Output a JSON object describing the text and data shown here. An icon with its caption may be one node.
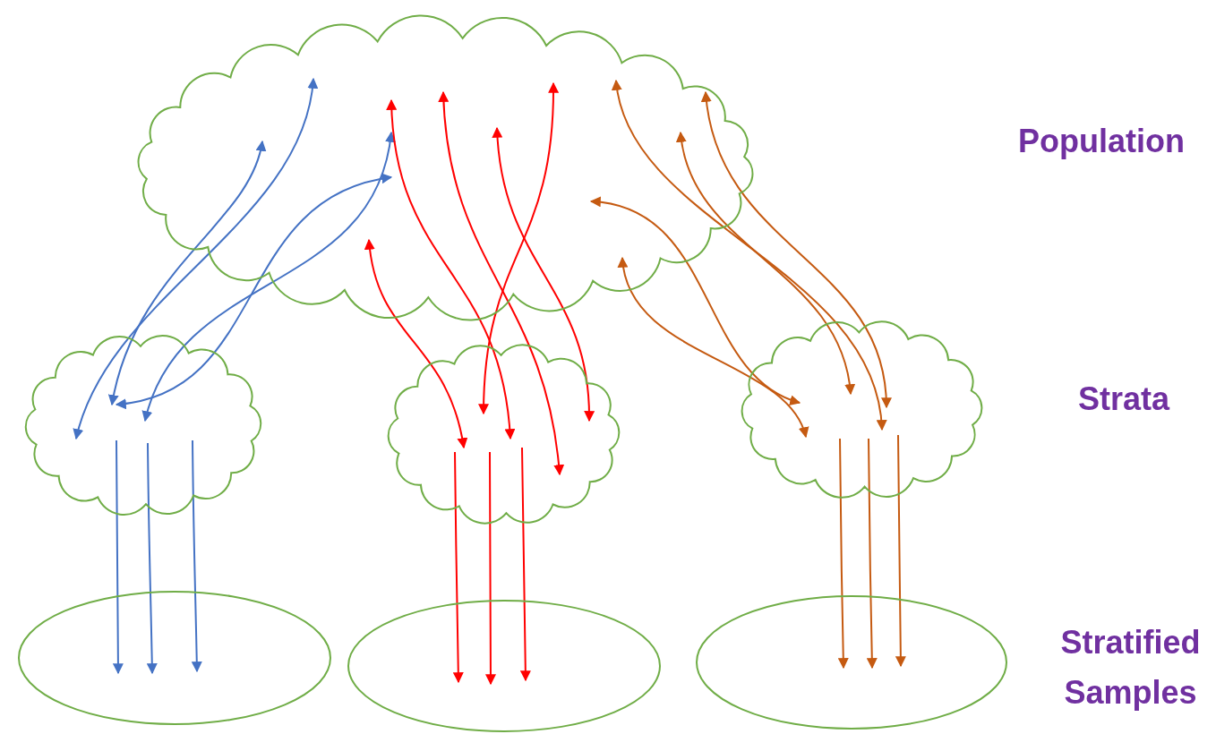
{
  "diagram": {
    "nodes": [
      {
        "text": [],
        "shape": "cloud"
      },
      {
        "text": [],
        "shape": "cloud"
      },
      {
        "text": [],
        "shape": "cloud"
      },
      {
        "text": [],
        "shape": "cloud"
      },
      {
        "text": [],
        "shape": "ellipse"
      },
      {
        "text": [],
        "shape": "ellipse"
      },
      {
        "text": [],
        "shape": "ellipse"
      }
    ],
    "edges": [
      {
        "from": 1,
        "to": 0,
        "arrow": "both",
        "color": "#4472c4"
      },
      {
        "from": 1,
        "to": 0,
        "arrow": "both",
        "color": "#4472c4"
      },
      {
        "from": 1,
        "to": 0,
        "arrow": "both",
        "color": "#4472c4"
      },
      {
        "from": 1,
        "to": 0,
        "arrow": "both",
        "color": "#4472c4"
      },
      {
        "from": 2,
        "to": 0,
        "arrow": "both",
        "color": "#ff0000"
      },
      {
        "from": 2,
        "to": 0,
        "arrow": "both",
        "color": "#ff0000"
      },
      {
        "from": 2,
        "to": 0,
        "arrow": "both",
        "color": "#ff0000"
      },
      {
        "from": 2,
        "to": 0,
        "arrow": "both",
        "color": "#ff0000"
      },
      {
        "from": 2,
        "to": 0,
        "arrow": "both",
        "color": "#ff0000"
      },
      {
        "from": 3,
        "to": 0,
        "arrow": "both",
        "color": "#c55a11"
      },
      {
        "from": 3,
        "to": 0,
        "arrow": "both",
        "color": "#c55a11"
      },
      {
        "from": 3,
        "to": 0,
        "arrow": "both",
        "color": "#c55a11"
      },
      {
        "from": 3,
        "to": 0,
        "arrow": "both",
        "color": "#c55a11"
      },
      {
        "from": 3,
        "to": 0,
        "arrow": "both",
        "color": "#c55a11"
      },
      {
        "from": 1,
        "to": 4,
        "arrow": "to",
        "color": "#4472c4"
      },
      {
        "from": 1,
        "to": 4,
        "arrow": "to",
        "color": "#4472c4"
      },
      {
        "from": 1,
        "to": 4,
        "arrow": "to",
        "color": "#4472c4"
      },
      {
        "from": 2,
        "to": 5,
        "arrow": "to",
        "color": "#ff0000"
      },
      {
        "from": 2,
        "to": 5,
        "arrow": "to",
        "color": "#ff0000"
      },
      {
        "from": 2,
        "to": 5,
        "arrow": "to",
        "color": "#ff0000"
      },
      {
        "from": 3,
        "to": 6,
        "arrow": "to",
        "color": "#c55a11"
      },
      {
        "from": 3,
        "to": 6,
        "arrow": "to",
        "color": "#c55a11"
      },
      {
        "from": 3,
        "to": 6,
        "arrow": "to",
        "color": "#c55a11"
      }
    ],
    "labels": [
      "Population",
      "Strata",
      "Stratified Samples"
    ]
  }
}
